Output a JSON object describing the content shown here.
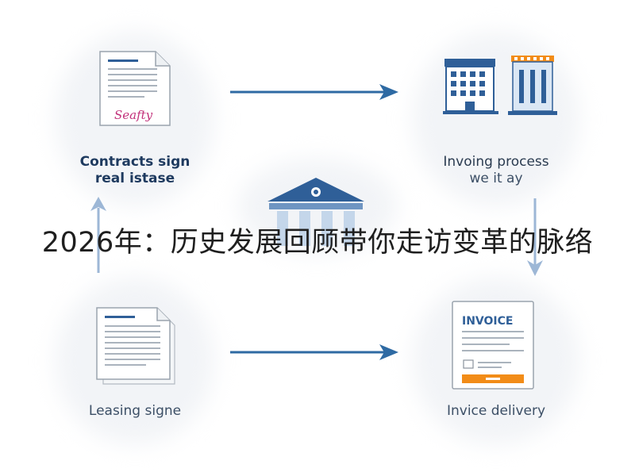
{
  "diagram": {
    "overlay_title": "2026年：历史发展回顾带你走访变革的脉络",
    "nodes": [
      {
        "id": "contracts",
        "label_line1": "Contracts sign",
        "label_line2": "real istase",
        "doc_signature": "Seafty"
      },
      {
        "id": "invoicing",
        "label_line1": "Invoing process",
        "label_line2": "we it ay"
      },
      {
        "id": "leasing",
        "label_line1": "Leasing signe"
      },
      {
        "id": "invoice_delivery",
        "label_line1": "Invice delivery",
        "invoice_heading": "INVOICE"
      }
    ],
    "colors": {
      "arrow": "#2e6aa3",
      "arrow_light": "#9db7d6",
      "label_dark": "#1e3a5f",
      "label_muted": "#3c4f66",
      "icon_blue": "#2f5f98",
      "icon_light": "#b9d0ea",
      "accent_orange": "#f28c18",
      "signature": "#c2307a"
    }
  }
}
